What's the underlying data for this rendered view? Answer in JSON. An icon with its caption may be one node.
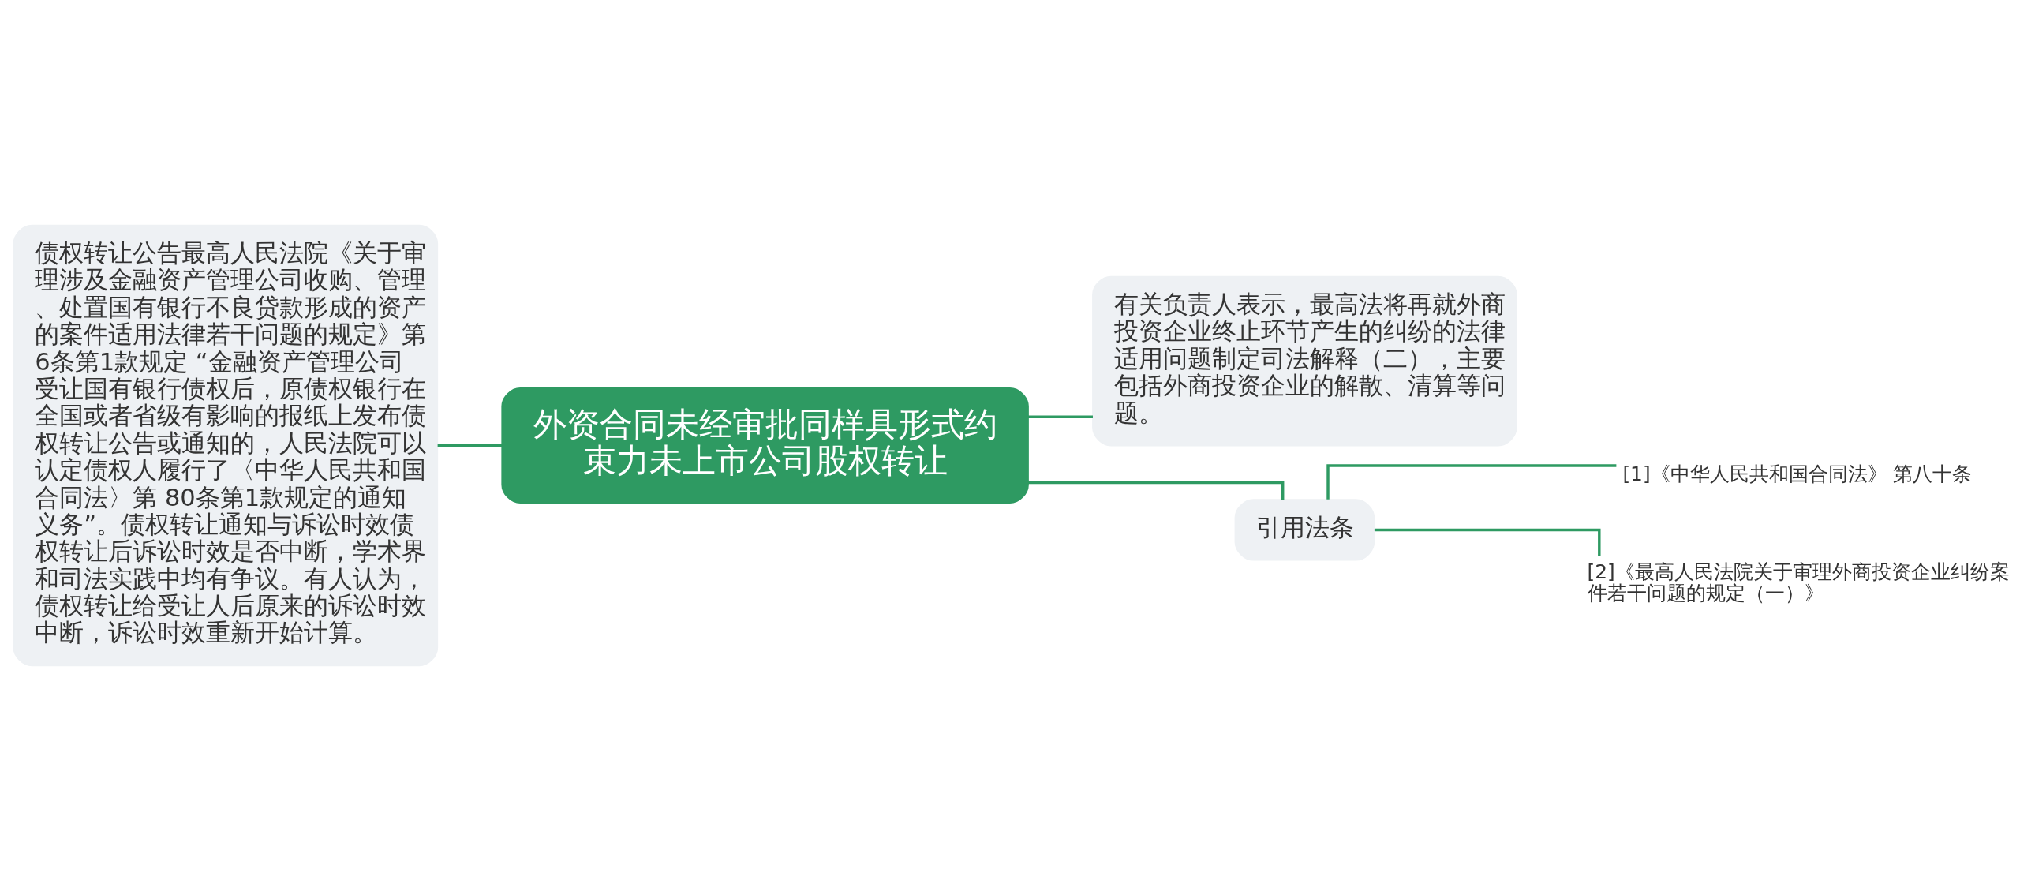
{
  "diagram": {
    "nodes": [
      {
        "text": [
          "外资合同未经审批同样具形式约束力未上市公司股权转让"
        ]
      },
      {
        "text": [
          "债权转让公告最高人民法院《关于审理涉及金融资产管理公司收购、管理、处置国有银行不良贷款形成的资产的案件适用法律若干问题的规定》第6条第1款规定 “金融资产管理公司受让国有银行债权后，原债权银行在全国或者省级有影响的报纸上发布债权转让公告或通知的，人民法院可以认定债权人履行了〈中华人民共和国合同法〉第 80条第1款规定的通知义务”。债权转让通知与诉讼时效债权转让后诉讼时效是否中断，学术界和司法实践中均有争议。有人认为，债权转让给受让人后原来的诉讼时效中断，诉讼时效重新开始计算。"
        ]
      },
      {
        "text": [
          "有关负责人表示，最高法将再就外商投资企业终止环节产生的纠纷的法律适用问题制定司法解释（二），主要包括外商投资企业的解散、清算等问题。"
        ]
      },
      {
        "text": [
          "引用法条"
        ]
      },
      {
        "text": [
          "[1]《中华人民共和国合同法》 第八十条"
        ]
      },
      {
        "text": [
          "[2]《最高人民法院关于审理外商投资企业纠纷案件若干问题的规定（一）》"
        ]
      }
    ],
    "edges": [
      {
        "from": 0,
        "to": 1,
        "arrow": "none"
      },
      {
        "from": 0,
        "to": 2,
        "arrow": "none"
      },
      {
        "from": 0,
        "to": 3,
        "arrow": "none"
      },
      {
        "from": 3,
        "to": 4,
        "arrow": "none"
      },
      {
        "from": 3,
        "to": 5,
        "arrow": "none"
      }
    ]
  }
}
